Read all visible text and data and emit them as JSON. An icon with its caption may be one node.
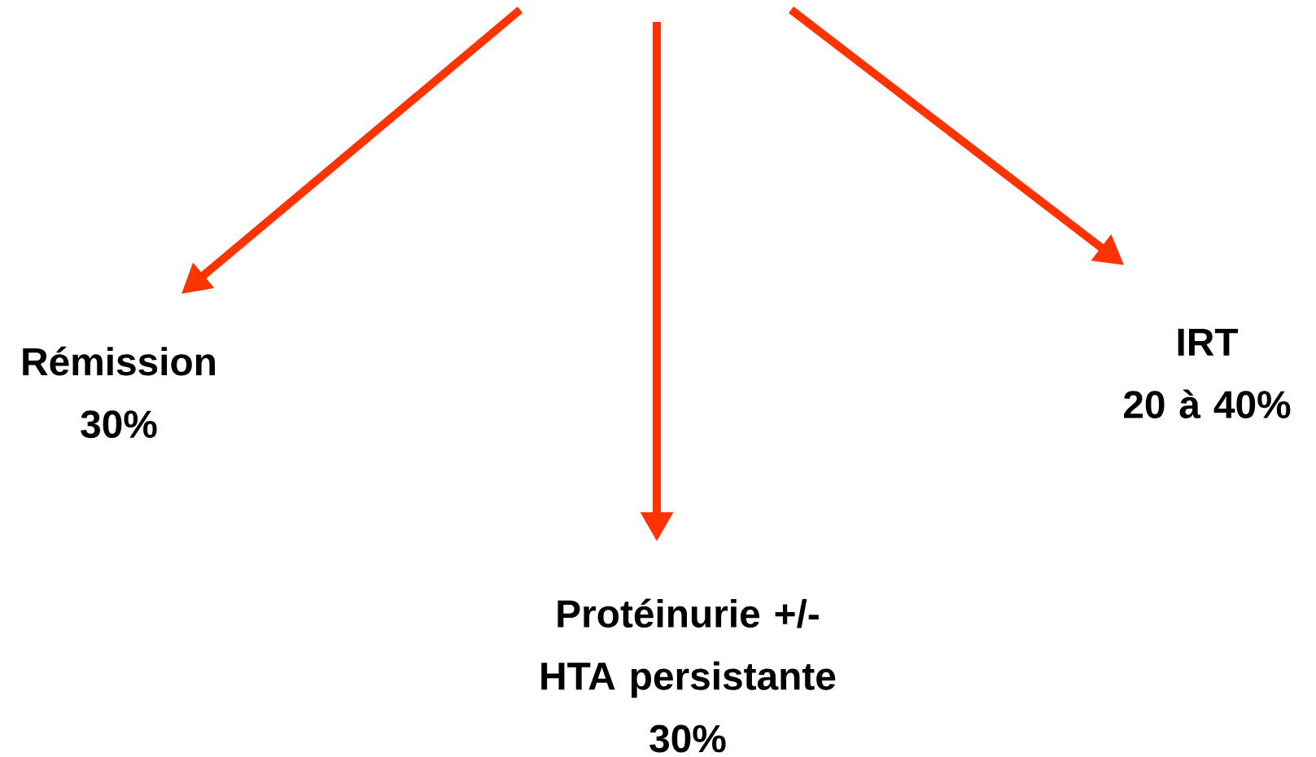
{
  "diagram": {
    "nodes": [
      {
        "text": [
          "Rémission",
          "30%"
        ]
      },
      {
        "text": [
          "Protéinurie +/- HTA persistante",
          "30%"
        ]
      },
      {
        "text": [
          "IRT",
          "20 à 40%"
        ]
      }
    ],
    "edges": [
      {
        "from": null,
        "to": 0,
        "arrow": "to"
      },
      {
        "from": null,
        "to": 1,
        "arrow": "to"
      },
      {
        "from": null,
        "to": 2,
        "arrow": "to"
      }
    ]
  }
}
